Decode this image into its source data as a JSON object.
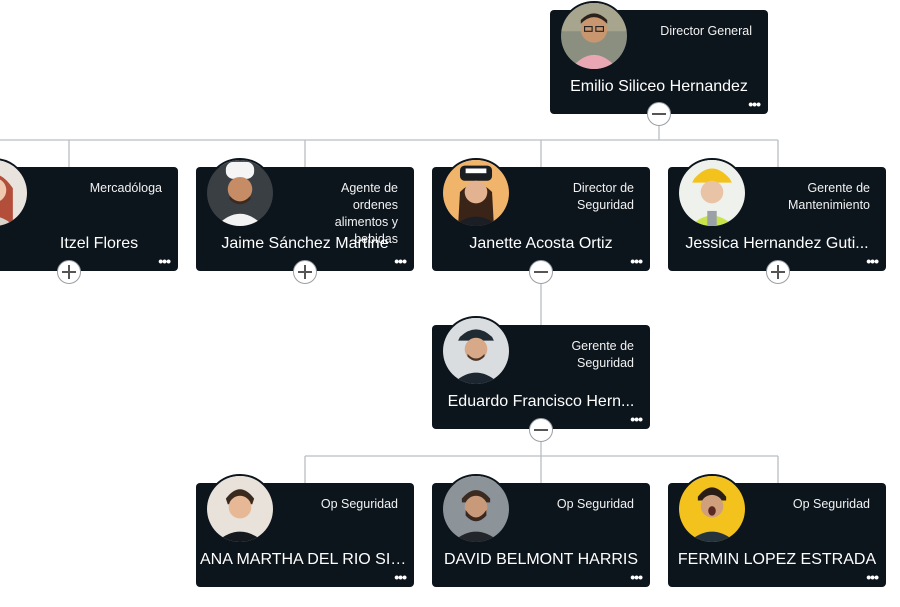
{
  "nodes": {
    "root": {
      "name": "Emilio Siliceo Hernandez",
      "role": "Director General",
      "toggle": "collapse"
    },
    "itzel": {
      "name": "Itzel Flores",
      "role": "Mercadóloga",
      "toggle": "expand"
    },
    "jaime": {
      "name": "Jaime Sánchez Martine",
      "role": "Agente de ordenes alimentos y bebidas",
      "toggle": "expand"
    },
    "janette": {
      "name": "Janette Acosta Ortiz",
      "role": "Director de Seguridad",
      "toggle": "collapse"
    },
    "jessica": {
      "name": "Jessica Hernandez Guti...",
      "role": "Gerente de Mantenimiento",
      "toggle": "expand"
    },
    "eduardo": {
      "name": "Eduardo Francisco Hern...",
      "role": "Gerente de Seguridad",
      "toggle": "collapse"
    },
    "ana": {
      "name": "ANA MARTHA DEL RIO SIN...",
      "role": "Op Seguridad"
    },
    "david": {
      "name": "DAVID BELMONT HARRIS",
      "role": "Op Seguridad"
    },
    "fermin": {
      "name": "FERMIN LOPEZ ESTRADA",
      "role": "Op Seguridad"
    }
  },
  "ui": {
    "more_glyph": "•••"
  },
  "colors": {
    "card": "#0c141c",
    "connector": "#b9bec3",
    "text": "#ffffff"
  }
}
